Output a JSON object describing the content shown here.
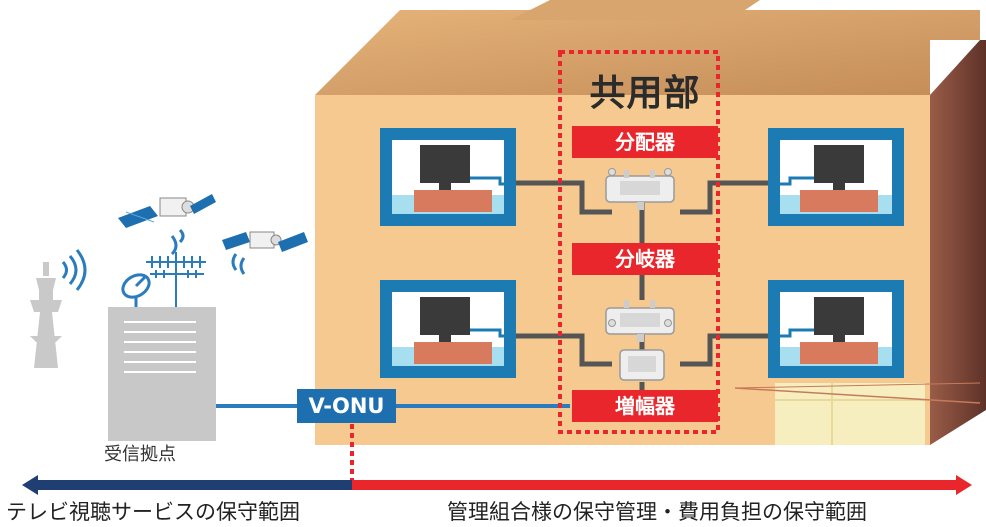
{
  "title": "共用部",
  "devices": {
    "distributor": "分配器",
    "splitter": "分岐器",
    "amplifier": "増幅器"
  },
  "vonu": "V-ONU",
  "receive_point": "受信拠点",
  "bottom": {
    "left": "テレビ視聴サービスの保守範囲",
    "right": "管理組合様の保守管理・費用負担の保守範囲"
  },
  "colors": {
    "building": "#f5c990",
    "building_shadow": "#8a4e3c",
    "shared_border": "#e8262b",
    "label_red": "#e8262b",
    "vonu_blue": "#1d6fb0",
    "range_left": "#1f3f73",
    "range_right": "#e8262b",
    "cable_gray": "#555555",
    "fiber_blue": "#2b7bbf"
  },
  "icons": [
    "tv-tower-icon",
    "satellite-icon",
    "antenna-icon",
    "dish-icon",
    "tv-icon",
    "splitter-device-icon"
  ]
}
